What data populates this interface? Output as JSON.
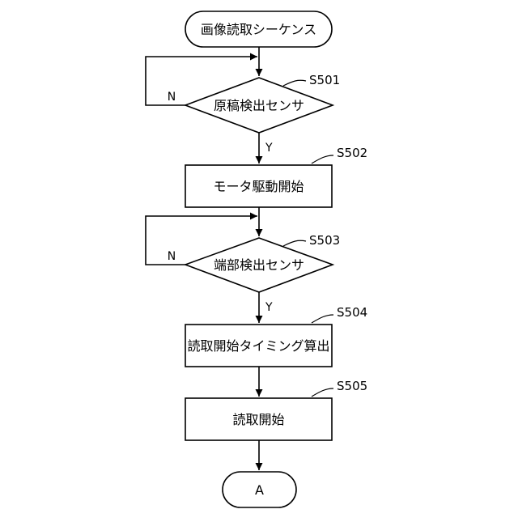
{
  "flowchart": {
    "start": {
      "label": "画像読取シーケンス"
    },
    "s501": {
      "step": "S501",
      "label": "原稿検出センサ",
      "no": "N",
      "yes": "Y"
    },
    "s502": {
      "step": "S502",
      "label": "モータ駆動開始"
    },
    "s503": {
      "step": "S503",
      "label": "端部検出センサ",
      "no": "N",
      "yes": "Y"
    },
    "s504": {
      "step": "S504",
      "label": "読取開始タイミング算出"
    },
    "s505": {
      "step": "S505",
      "label": "読取開始"
    },
    "end": {
      "label": "A"
    }
  }
}
